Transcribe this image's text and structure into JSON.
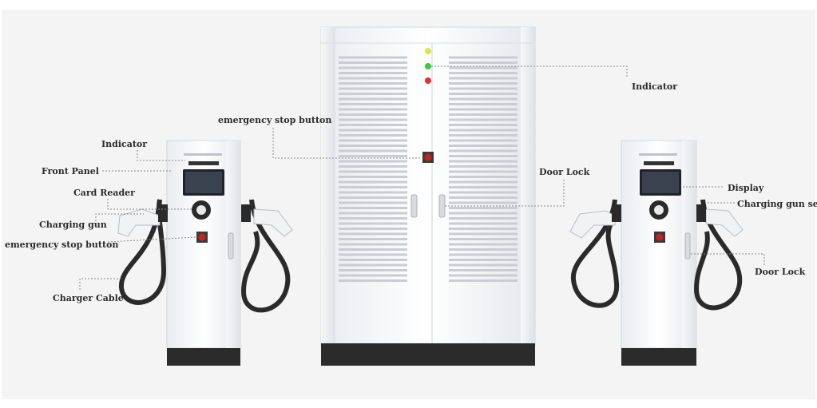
{
  "labels": {
    "indicator_center": "Indicator",
    "emergency_stop_center": "emergency stop button",
    "door_lock_center": "Door Lock",
    "indicator_left": "Indicator",
    "front_panel": "Front Panel",
    "card_reader": "Card Reader",
    "charging_gun": "Charging gun",
    "emergency_stop_left": "emergency stop button",
    "charger_cable": "Charger Cable",
    "display": "Display",
    "charging_gun_seat": "Charging gun seat",
    "door_lock_right": "Door Lock"
  },
  "colors": {
    "indicator_yellow": "#d8e84a",
    "indicator_green": "#3cc83c",
    "indicator_red": "#e53030",
    "estop_red": "#c8211f",
    "cable": "#2a2a2a",
    "base": "#2b2b2b"
  }
}
